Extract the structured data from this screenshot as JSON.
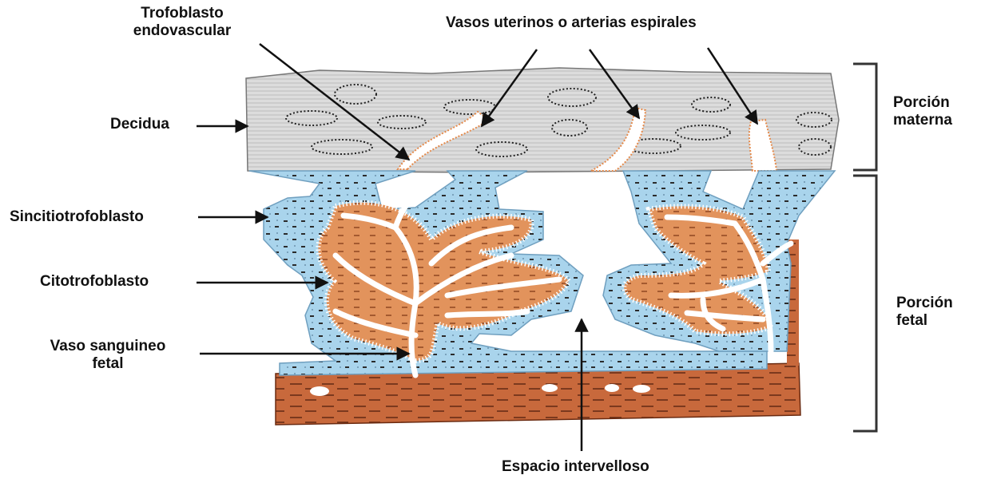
{
  "labels": {
    "trofoblasto_endovascular": [
      "Trofoblasto",
      "endovascular"
    ],
    "vasos_uterinos": "Vasos uterinos o arterias espirales",
    "decidua": "Decidua",
    "sincitiotrofoblasto": "Sincitiotrofoblasto",
    "citotrofoblasto": "Citotrofoblasto",
    "vaso_sanguineo_fetal": [
      "Vaso sanguineo",
      "fetal"
    ],
    "espacio_intervelloso": "Espacio intervelloso",
    "porcion_materna": [
      "Porción",
      "materna"
    ],
    "porcion_fetal": [
      "Porción",
      "fetal"
    ]
  },
  "colors": {
    "decidua_fill": "#dcdcdc",
    "decidua_stripe": "#bdbdbd",
    "sincitio_fill": "#a9d4ec",
    "citotrofoblasto_fill": "#e2935c",
    "fetal_tissue_fill": "#c8693c",
    "cell_ring": "#ffffff",
    "arrow": "#111111",
    "text": "#111111"
  },
  "icons": {
    "bracket": "square-bracket-icon",
    "arrow": "arrow-icon"
  }
}
